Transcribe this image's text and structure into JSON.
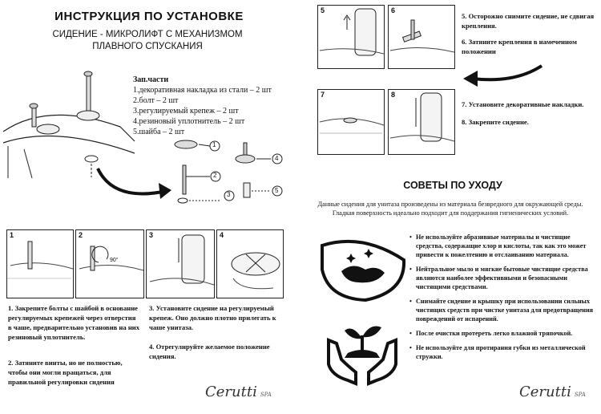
{
  "left": {
    "title": "ИНСТРУКЦИЯ ПО УСТАНОВКЕ",
    "subtitle_line1": "СИДЕНИЕ - МИКРОЛИФТ С МЕХАНИЗМОМ",
    "subtitle_line2": "ПЛАВНОГО СПУСКАНИЯ",
    "parts_heading": "Зап.части",
    "parts": [
      "1.декоративная накладка из стали – 2 шт",
      "2.болт – 2 шт",
      "3.регулируемый крепеж – 2 шт",
      "4.резиновый уплотнитель – 2 шт",
      "5.шайба – 2 шт"
    ],
    "callouts": [
      "1",
      "2",
      "3",
      "4",
      "5"
    ],
    "angle_label": "90°",
    "step_numbers": [
      "1",
      "2",
      "3",
      "4"
    ],
    "steps_text": {
      "s1": "1.  Закрепите болты с шайбой в основание регулируемых крепежей через отверстия в чаше, предварительно установив на них резиновый уплотнитель.",
      "s2": "2.  Затяните винты, но не полностью, чтобы они могли вращаться, для правильной регулировки сидения",
      "s3": "3. Установите сидение на регулируемый крепеж. Оно должно плотно прилегать к чаше унитаза.",
      "s4": "4. Отрегулируйте желаемое положение сидения."
    },
    "brand": "Cerutti",
    "brand_suffix": "SPA"
  },
  "right": {
    "step_numbers": [
      "5",
      "6",
      "7",
      "8"
    ],
    "steps_text": {
      "s5": "5. Осторожно снимите сидение, не сдвигая крепления.",
      "s6": "6. Затяните крепления в намеченном положении",
      "s7": "7. Установите декоративные накладки.",
      "s8": "8. Закрепите сидение."
    },
    "care_title": "СОВЕТЫ ПО УХОДУ",
    "care_intro": "Данные сидения для унитаза произведены из материала безвредного для окружающей среды. Гладкая поверхность идеально подходит для поддержания гигиенических условий.",
    "tips": [
      "Не используйте абразивные материалы и чистящие средства, содержащие хлор и кислоты, так как это может привести к пожелтению и отслаиванию материала.",
      "Нейтральное мыло и мягкие бытовые чистящие средства являются наиболее эффективными и безопасными чистящими средствами.",
      "Снимайте сидение и крышку при использовании сильных чистящих средств при чистке унитаза для предотвращения повреждений от испарений.",
      "После очистки протереть легко влажной тряпочкой.",
      "Не используйте для протирания губки из металлической стружки."
    ],
    "brand": "Cerutti",
    "brand_suffix": "SPA"
  }
}
